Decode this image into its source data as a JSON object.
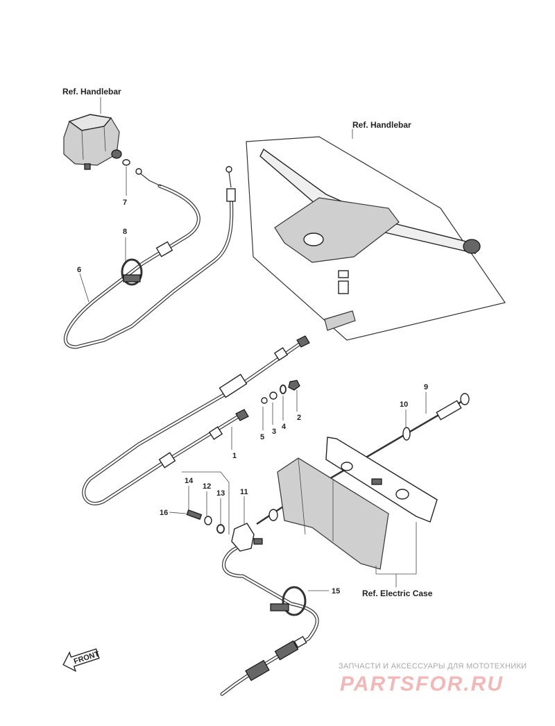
{
  "references": {
    "handlebar_left": "Ref. Handlebar",
    "handlebar_right": "Ref. Handlebar",
    "electric_case": "Ref. Electric Case"
  },
  "part_numbers": [
    "1",
    "2",
    "3",
    "4",
    "5",
    "6",
    "7",
    "8",
    "9",
    "10",
    "11",
    "12",
    "13",
    "14",
    "15",
    "16"
  ],
  "front_label": "FRONT",
  "watermark": {
    "tagline": "ЗАПЧАСТИ И АКСЕССУАРЫ ДЛЯ МОТОТЕХНИКИ",
    "brand": "PARTSFOR.RU"
  }
}
